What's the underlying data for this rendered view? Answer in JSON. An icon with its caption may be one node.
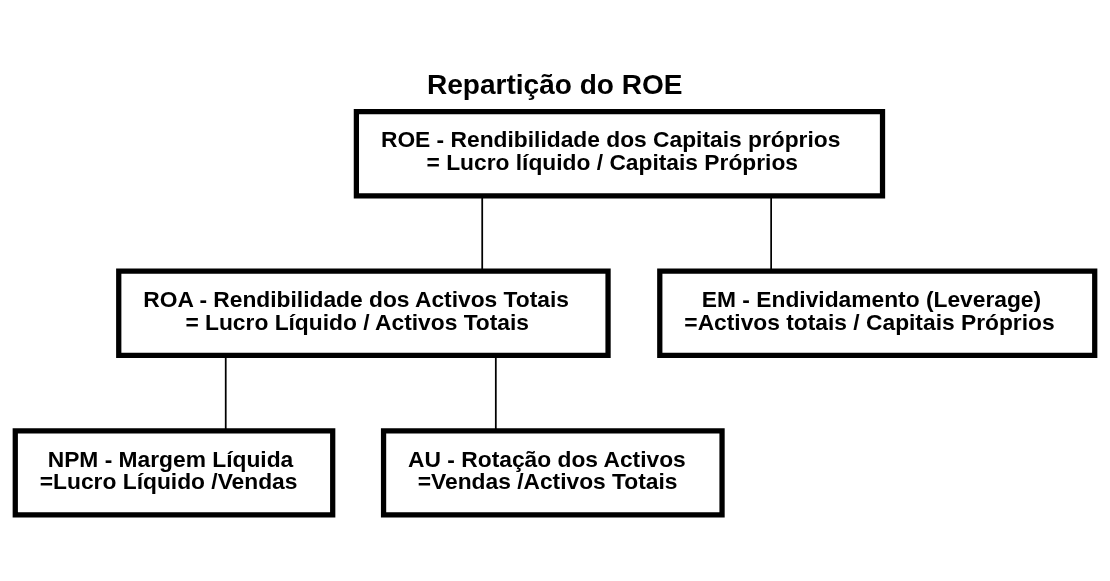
{
  "diagram": {
    "title": "Repartição do ROE",
    "nodes": [
      {
        "text": [
          "ROE - Rendibilidade dos Capitais próprios",
          "= Lucro líquido / Capitais Próprios"
        ]
      },
      {
        "text": [
          "ROA - Rendibilidade dos Activos Totais",
          "= Lucro Líquido / Activos Totais"
        ]
      },
      {
        "text": [
          "EM - Endividamento (Leverage)",
          "=Activos totais / Capitais Próprios"
        ]
      },
      {
        "text": [
          "NPM - Margem Líquida",
          "=Lucro Líquido /Vendas"
        ]
      },
      {
        "text": [
          "AU - Rotação dos Activos",
          "=Vendas /Activos Totais"
        ]
      }
    ],
    "edges": [
      {
        "from": 0,
        "to": 1,
        "arrow": "none"
      },
      {
        "from": 0,
        "to": 2,
        "arrow": "none"
      },
      {
        "from": 1,
        "to": 3,
        "arrow": "none"
      },
      {
        "from": 1,
        "to": 4,
        "arrow": "none"
      }
    ]
  }
}
